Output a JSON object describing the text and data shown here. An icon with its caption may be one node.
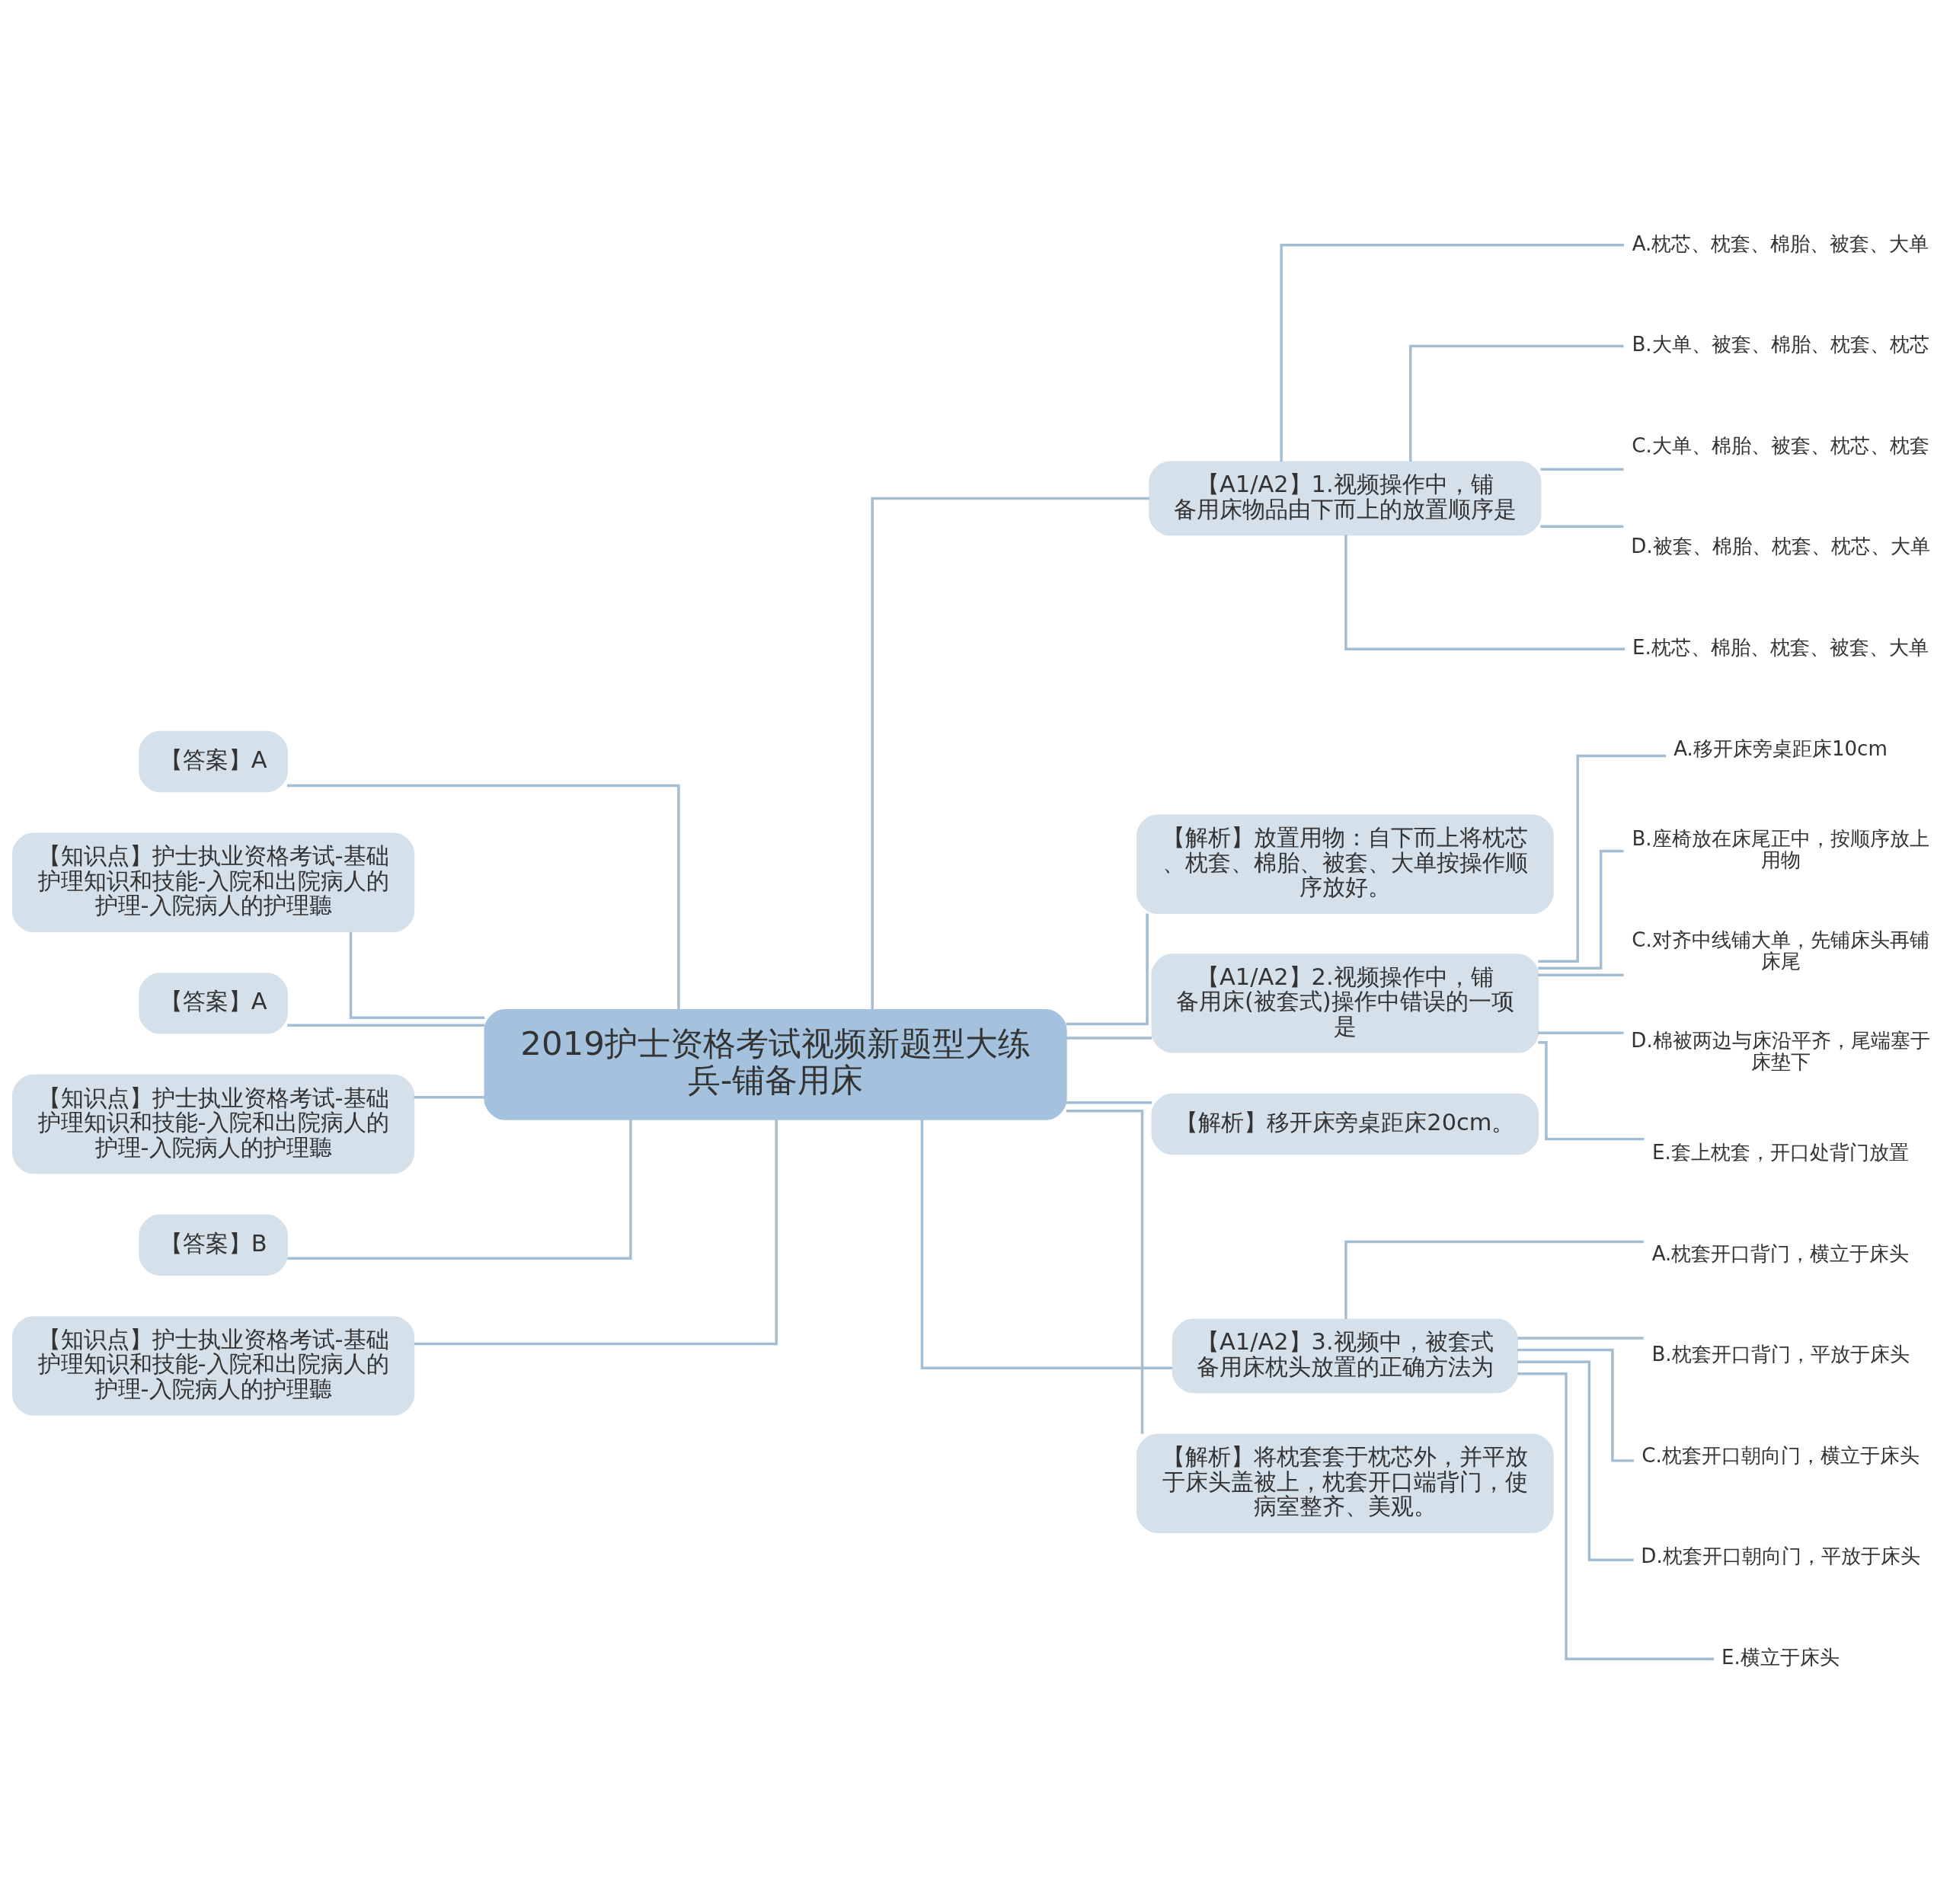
{
  "diagram": {
    "nodes": [
      {
        "text": [
          "2019护士资格考试视频新题型大练兵-铺备用床"
        ]
      },
      {
        "text": [
          "【A1/A2】1.视频操作中，铺备用床物品由下而上的放置顺序是"
        ]
      },
      {
        "text": [
          "A.枕芯、枕套、棉胎、被套、大单"
        ]
      },
      {
        "text": [
          "B.大单、被套、棉胎、枕套、枕芯"
        ]
      },
      {
        "text": [
          "C.大单、棉胎、被套、枕芯、枕套"
        ]
      },
      {
        "text": [
          "D.被套、棉胎、枕套、枕芯、大单"
        ]
      },
      {
        "text": [
          "E.枕芯、棉胎、枕套、被套、大单"
        ]
      },
      {
        "text": [
          "【解析】放置用物：自下而上将枕芯、枕套、棉胎、被套、大单按操作顺序放好。"
        ]
      },
      {
        "text": [
          "【A1/A2】2.视频操作中，铺备用床(被套式)操作中错误的一项是"
        ]
      },
      {
        "text": [
          "A.移开床旁桌距床10cm"
        ]
      },
      {
        "text": [
          "B.座椅放在床尾正中，按顺序放上用物"
        ]
      },
      {
        "text": [
          "C.对齐中线铺大单，先铺床头再铺床尾"
        ]
      },
      {
        "text": [
          "D.棉被两边与床沿平齐，尾端塞于床垫下"
        ]
      },
      {
        "text": [
          "E.套上枕套，开口处背门放置"
        ]
      },
      {
        "text": [
          "【解析】移开床旁桌距床20cm。"
        ]
      },
      {
        "text": [
          "【A1/A2】3.视频中，被套式备用床枕头放置的正确方法为"
        ]
      },
      {
        "text": [
          "A.枕套开口背门，横立于床头"
        ]
      },
      {
        "text": [
          "B.枕套开口背门，平放于床头"
        ]
      },
      {
        "text": [
          "C.枕套开口朝向门，横立于床头"
        ]
      },
      {
        "text": [
          "D.枕套开口朝向门，平放于床头"
        ]
      },
      {
        "text": [
          "E.横立于床头"
        ]
      },
      {
        "text": [
          "【解析】将枕套套于枕芯外，并平放于床头盖被上，枕套开口端背门，使病室整齐、美观。"
        ]
      },
      {
        "text": [
          "【答案】A"
        ]
      },
      {
        "text": [
          "【知识点】护士执业资格考试-基础护理知识和技能-入院和出院病人的护理-入院病人的护理聽"
        ]
      },
      {
        "text": [
          "【答案】A"
        ]
      },
      {
        "text": [
          "【知识点】护士执业资格考试-基础护理知识和技能-入院和出院病人的护理-入院病人的护理聽"
        ]
      },
      {
        "text": [
          "【答案】B"
        ]
      },
      {
        "text": [
          "【知识点】护士执业资格考试-基础护理知识和技能-入院和出院病人的护理-入院病人的护理聽"
        ]
      }
    ],
    "edges": [
      {
        "from": 0,
        "to": 1,
        "arrow": "none"
      },
      {
        "from": 1,
        "to": 2,
        "arrow": "none"
      },
      {
        "from": 1,
        "to": 3,
        "arrow": "none"
      },
      {
        "from": 1,
        "to": 4,
        "arrow": "none"
      },
      {
        "from": 1,
        "to": 5,
        "arrow": "none"
      },
      {
        "from": 1,
        "to": 6,
        "arrow": "none"
      },
      {
        "from": 0,
        "to": 7,
        "arrow": "none"
      },
      {
        "from": 0,
        "to": 8,
        "arrow": "none"
      },
      {
        "from": 8,
        "to": 9,
        "arrow": "none"
      },
      {
        "from": 8,
        "to": 10,
        "arrow": "none"
      },
      {
        "from": 8,
        "to": 11,
        "arrow": "none"
      },
      {
        "from": 8,
        "to": 12,
        "arrow": "none"
      },
      {
        "from": 8,
        "to": 13,
        "arrow": "none"
      },
      {
        "from": 0,
        "to": 14,
        "arrow": "none"
      },
      {
        "from": 0,
        "to": 15,
        "arrow": "none"
      },
      {
        "from": 15,
        "to": 16,
        "arrow": "none"
      },
      {
        "from": 15,
        "to": 17,
        "arrow": "none"
      },
      {
        "from": 15,
        "to": 18,
        "arrow": "none"
      },
      {
        "from": 15,
        "to": 19,
        "arrow": "none"
      },
      {
        "from": 15,
        "to": 20,
        "arrow": "none"
      },
      {
        "from": 0,
        "to": 21,
        "arrow": "none"
      },
      {
        "from": 0,
        "to": 22,
        "arrow": "none"
      },
      {
        "from": 0,
        "to": 23,
        "arrow": "none"
      },
      {
        "from": 0,
        "to": 24,
        "arrow": "none"
      },
      {
        "from": 0,
        "to": 25,
        "arrow": "none"
      },
      {
        "from": 0,
        "to": 26,
        "arrow": "none"
      },
      {
        "from": 0,
        "to": 27,
        "arrow": "none"
      }
    ]
  }
}
